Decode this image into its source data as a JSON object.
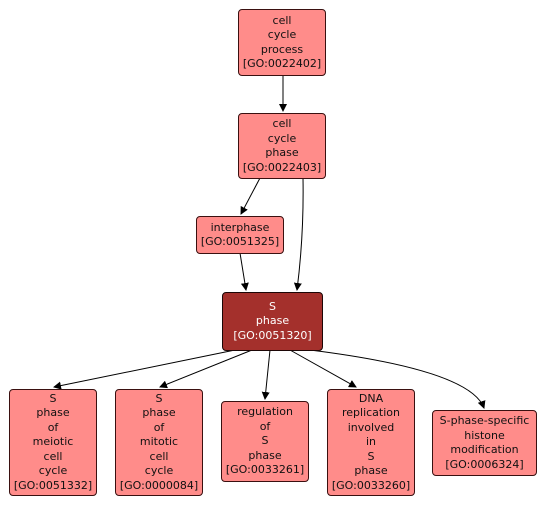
{
  "nodes": {
    "cell_cycle_process": {
      "text": "cell\ncycle\nprocess\n[GO:0022402]"
    },
    "cell_cycle_phase": {
      "text": "cell\ncycle\nphase\n[GO:0022403]"
    },
    "interphase": {
      "text": "interphase\n[GO:0051325]"
    },
    "s_phase": {
      "text": "S\nphase\n[GO:0051320]"
    },
    "s_phase_meiotic": {
      "text": "S\nphase\nof\nmeiotic\ncell\ncycle\n[GO:0051332]"
    },
    "s_phase_mitotic": {
      "text": "S\nphase\nof\nmitotic\ncell\ncycle\n[GO:0000084]"
    },
    "regulation_s_phase": {
      "text": "regulation\nof\nS\nphase\n[GO:0033261]"
    },
    "dna_replication_s_phase": {
      "text": "DNA\nreplication\ninvolved\nin\nS\nphase\n[GO:0033260]"
    },
    "s_phase_histone": {
      "text": "S-phase-specific\nhistone\nmodification\n[GO:0006324]"
    }
  },
  "colors": {
    "node_fill": "#ff8c8a",
    "focus_fill": "#a4302c",
    "edge": "#000000"
  }
}
